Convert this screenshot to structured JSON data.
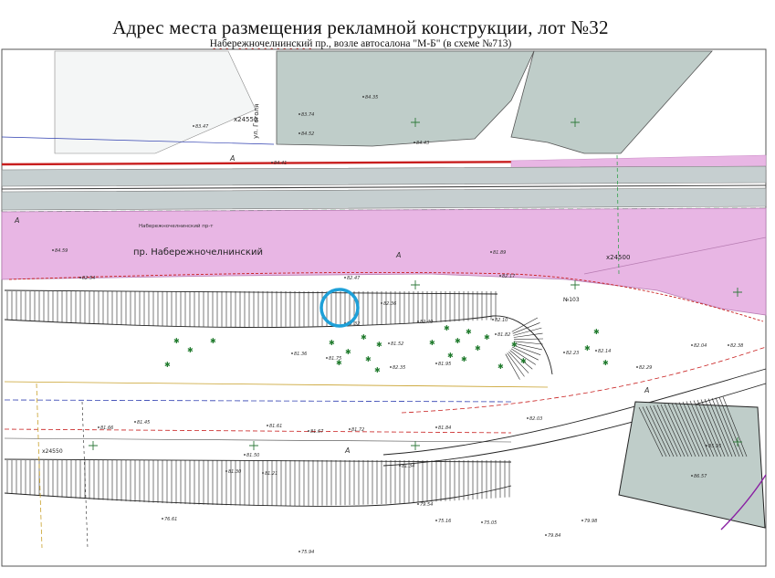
{
  "title": "Адрес места размещения рекламной конструкции, лот №32",
  "subtitle_underlined": "Набережночелнинский",
  "subtitle_rest": " пр., возле автосалона \"М-Б\" (в схеме №713)",
  "street_name": "пр. Набережночелнинский",
  "street_small": "Набережночелнинский пр-т",
  "street_vertical": "ул. Гоголя",
  "zone_letter": "A",
  "coord_1": "х24550",
  "coord_2": "х24500",
  "coord_3": "х24550",
  "marker_label": "№103",
  "marker_color": "#1ea0d8",
  "colors": {
    "road_pink": "#e8b6e4",
    "road_gray": "#c6cfd0",
    "block_gray": "#bfcdc9",
    "survey_red": "#c81e1e",
    "survey_blue": "#2f3fb0",
    "survey_green": "#1f9b3b"
  },
  "spot_heights": [
    "82.54",
    "82.47",
    "82.36",
    "82.32",
    "82.40",
    "82.17",
    "82.10",
    "81.82",
    "81.95",
    "81.66",
    "81.45",
    "81.61",
    "81.67",
    "81.72",
    "81.84",
    "81.50",
    "81.21",
    "81.30",
    "81.34",
    "81.36",
    "81.75",
    "81.52",
    "82.35",
    "82.23",
    "82.14",
    "82.03",
    "82.29",
    "82.04",
    "82.38",
    "81.89",
    "83.47",
    "83.74",
    "84.52",
    "84.35",
    "84.43",
    "84.41",
    "84.59",
    "85.95",
    "86.57",
    "79.98",
    "79.84",
    "79.54",
    "75.05",
    "75.16",
    "75.94",
    "76.61"
  ]
}
